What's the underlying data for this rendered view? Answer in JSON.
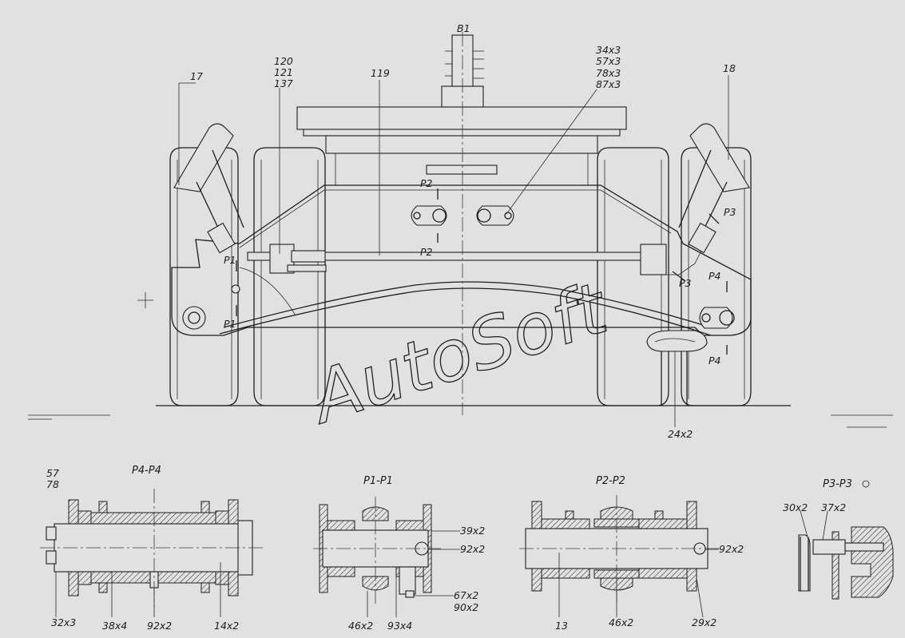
{
  "watermark": "AutoSoft",
  "main_view": {
    "top_label": "B1",
    "labels": {
      "l17": "17",
      "l18": "18",
      "l119": "119",
      "l120": "120",
      "l121": "121",
      "l137": "137",
      "l34": "34x3",
      "l57": "57x3",
      "l78": "78x3",
      "l87": "87x3",
      "l24": "24x2"
    },
    "section_marks": {
      "p1a": "P1",
      "p1b": "P1",
      "p2a": "P2",
      "p2b": "P2",
      "p3a": "P3",
      "p3b": "P3",
      "p4a": "P4",
      "p4b": "P4"
    }
  },
  "sections": {
    "p4": {
      "title": "P4-P4",
      "labels": {
        "l57": "57",
        "l78": "78",
        "l32": "32x3",
        "l38": "38x4",
        "l92": "92x2",
        "l14": "14x2"
      }
    },
    "p1": {
      "title": "P1-P1",
      "labels": {
        "l39": "39x2",
        "l92": "92x2",
        "l67": "67x2",
        "l90": "90x2",
        "l46": "46x2",
        "l93": "93x4"
      }
    },
    "p2": {
      "title": "P2-P2",
      "labels": {
        "l92": "92x2",
        "l13": "13",
        "l46": "46x2",
        "l29": "29x2"
      }
    },
    "p3": {
      "title": "P3-P3",
      "labels": {
        "l30": "30x2",
        "l37": "37x2"
      }
    }
  }
}
